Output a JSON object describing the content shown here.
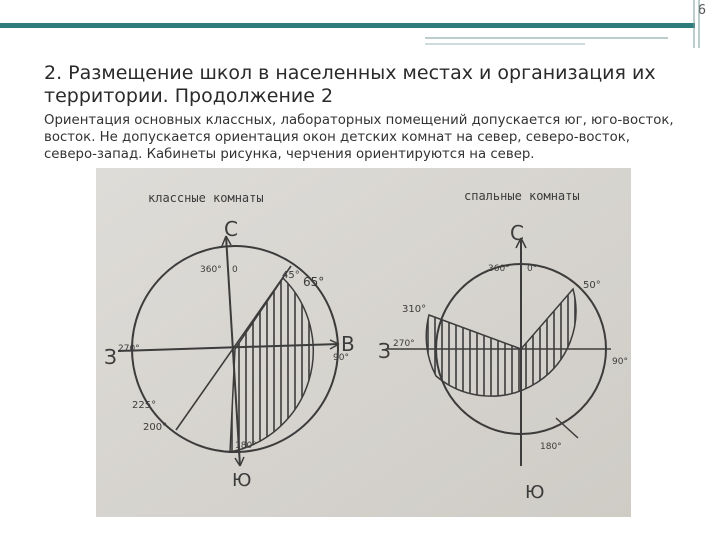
{
  "slide": {
    "page_number": "6",
    "title": "2. Размещение школ в населенных местах и организация их территории. Продолжение 2",
    "body": "Ориентация основных классных, лабораторных помещений допускается юг, юго-восток, восток. Не допускается ориентация окон детских комнат на север, северо-восток, северо-запад. Кабинеты рисунка, черчения ориентируются на север."
  },
  "photo": {
    "left_diagram": {
      "caption": "классные комнаты",
      "north": "С",
      "south": "Ю",
      "west": "З",
      "east": "В",
      "deg_360": "360°",
      "deg_0": "0",
      "deg_45": "45°",
      "deg_65": "65°",
      "deg_270": "270°",
      "deg_90": "90°",
      "deg_225": "225°",
      "deg_200": "200°",
      "deg_180": "180°"
    },
    "right_diagram": {
      "caption": "спальные комнаты",
      "north": "С",
      "south": "Ю",
      "west": "З",
      "deg_360": "360°",
      "deg_0": "0°",
      "deg_50": "50°",
      "deg_310": "310°",
      "deg_270": "270°",
      "deg_90": "90°",
      "deg_180": "180°"
    }
  },
  "colors": {
    "accent": "#2e7d7a",
    "line": "#3c3c3c",
    "paper": "#d7d5d0"
  }
}
